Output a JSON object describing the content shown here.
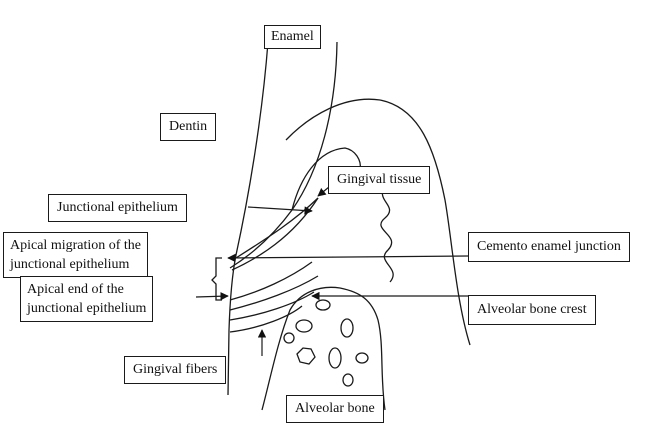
{
  "labels": {
    "enamel": "Enamel",
    "dentin": "Dentin",
    "gingival_tissue": "Gingival tissue",
    "junctional_epithelium": "Junctional epithelium",
    "apical_migration_line1": "Apical migration of the",
    "apical_migration_line2": "junctional epithelium",
    "cemento_enamel_junction": "Cemento enamel junction",
    "apical_end_line1": "Apical end of the",
    "apical_end_line2": "junctional epithelium",
    "alveolar_bone_crest": "Alveolar bone crest",
    "gingival_fibers": "Gingival fibers",
    "alveolar_bone": "Alveolar bone"
  }
}
